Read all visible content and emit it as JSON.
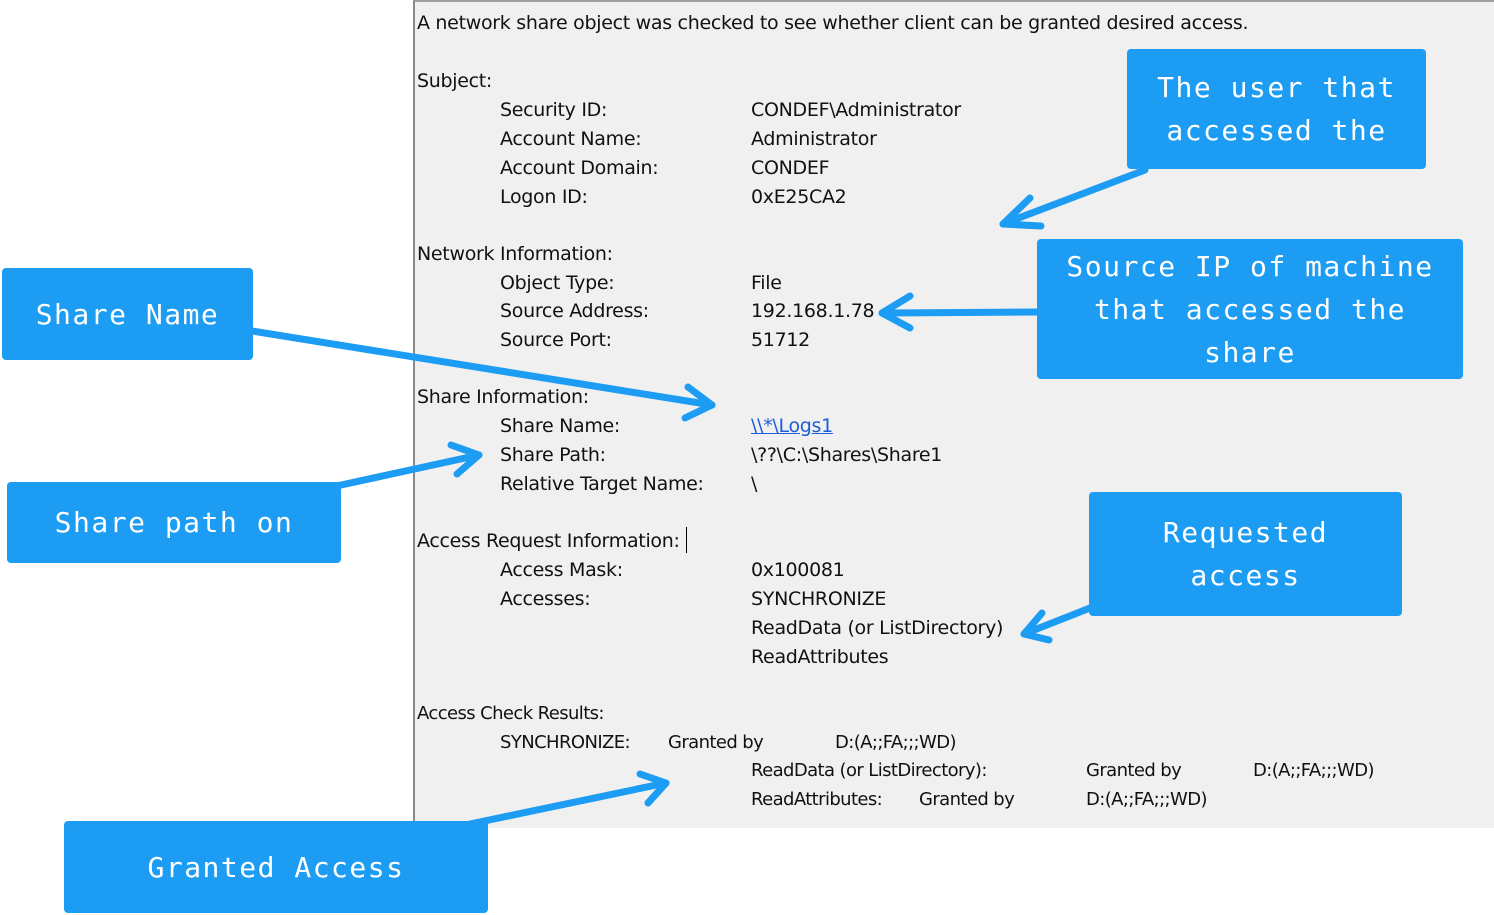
{
  "event": {
    "description": "A network share object was checked to see whether client can be granted desired access.",
    "subject": {
      "heading": "Subject:",
      "fields": [
        {
          "label": "Security ID:",
          "value": "CONDEF\\Administrator"
        },
        {
          "label": "Account Name:",
          "value": "Administrator"
        },
        {
          "label": "Account Domain:",
          "value": "CONDEF"
        },
        {
          "label": "Logon ID:",
          "value": "0xE25CA2"
        }
      ]
    },
    "network": {
      "heading": "Network Information:",
      "fields": [
        {
          "label": "Object Type:",
          "value": "File"
        },
        {
          "label": "Source Address:",
          "value": "192.168.1.78"
        },
        {
          "label": "Source Port:",
          "value": "51712"
        }
      ]
    },
    "share": {
      "heading": "Share Information:",
      "fields": [
        {
          "label": "Share Name:",
          "value": "\\\\*\\Logs1"
        },
        {
          "label": "Share Path:",
          "value": "\\??\\C:\\Shares\\Share1"
        },
        {
          "label": "Relative Target Name:",
          "value": "\\"
        }
      ]
    },
    "access_request": {
      "heading": "Access Request Information:",
      "mask_label": "Access Mask:",
      "mask_value": "0x100081",
      "accesses_label": "Accesses:",
      "accesses": [
        "SYNCHRONIZE",
        "ReadData (or ListDirectory)",
        "ReadAttributes"
      ]
    },
    "access_check": {
      "heading": "Access Check Results:",
      "rows": [
        {
          "right": "SYNCHRONIZE:",
          "granted": "Granted by",
          "sddl": "D:(A;;FA;;;WD)"
        },
        {
          "right": "ReadData (or ListDirectory):",
          "granted": "Granted by",
          "sddl": "D:(A;;FA;;;WD)"
        },
        {
          "right": "ReadAttributes:",
          "granted": "Granted by",
          "sddl": "D:(A;;FA;;;WD)"
        }
      ]
    }
  },
  "callouts": {
    "user": "The user that accessed the",
    "source_ip": "Source IP of machine that accessed the share",
    "share_name": "Share Name",
    "share_path": "Share path on",
    "requested": "Requested access",
    "granted": "Granted Access"
  },
  "colors": {
    "callout": "#1c9cf2",
    "link": "#1a5fd6",
    "panel": "#f0f0f0"
  }
}
